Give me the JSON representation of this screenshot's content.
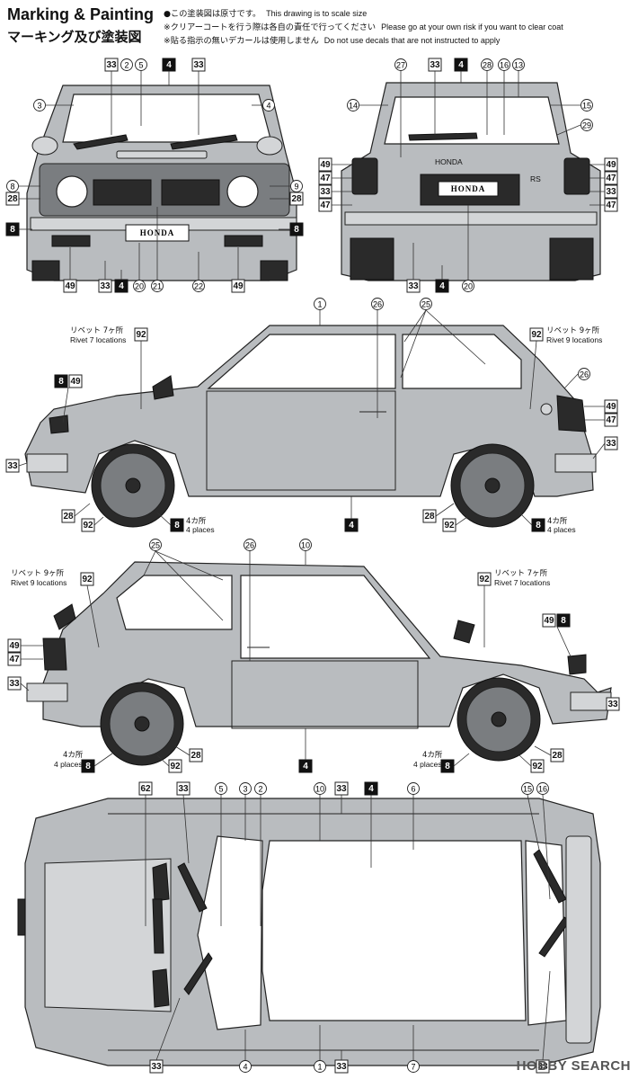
{
  "title_en": "Marking & Painting",
  "title_jp": "マーキング及び塗装図",
  "notes": [
    {
      "jp": "●この塗装図は原寸です。",
      "en": "This drawing is to scale size"
    },
    {
      "jp": "※クリアーコートを行う際は各自の責任で行ってください",
      "en": "Please go at your own risk if you want to clear coat"
    },
    {
      "jp": "※貼る指示の無いデカールは使用しません",
      "en": "Do not use decals that are not instructed to apply"
    }
  ],
  "plate_text": "HONDA",
  "badge_text": "RS",
  "rear_emblem": "HONDA",
  "watermark": "HOBBY SEARCH",
  "rivet_labels": {
    "rivet7_jp": "リベット 7ヶ所",
    "rivet7_en": "Rivet 7 locations",
    "rivet9_jp": "リベット 9ヶ所",
    "rivet9_en": "Rivet 9 locations",
    "places4_jp": "4カ所",
    "places4_en": "4 places"
  },
  "colors": {
    "body": "#b9bcbf",
    "dark": "#2a2a2a",
    "black_box": "#111111"
  },
  "callouts_circle": {
    "c2": "2",
    "c3": "3",
    "c4": "4",
    "c5": "5",
    "c9": "9",
    "c13": "13",
    "c14": "14",
    "c15": "15",
    "c16": "16",
    "c20": "20",
    "c21": "21",
    "c22": "22",
    "c25": "25",
    "c26": "26",
    "c27": "27",
    "c28": "28",
    "c29": "29",
    "c1": "1",
    "c10": "10",
    "c6": "6",
    "c7": "7",
    "c8": "8"
  },
  "callouts_box": {
    "b33": "33",
    "b4": "4",
    "b8": "8",
    "b28": "28",
    "b47": "47",
    "b49": "49",
    "b92": "92",
    "b62": "62"
  }
}
